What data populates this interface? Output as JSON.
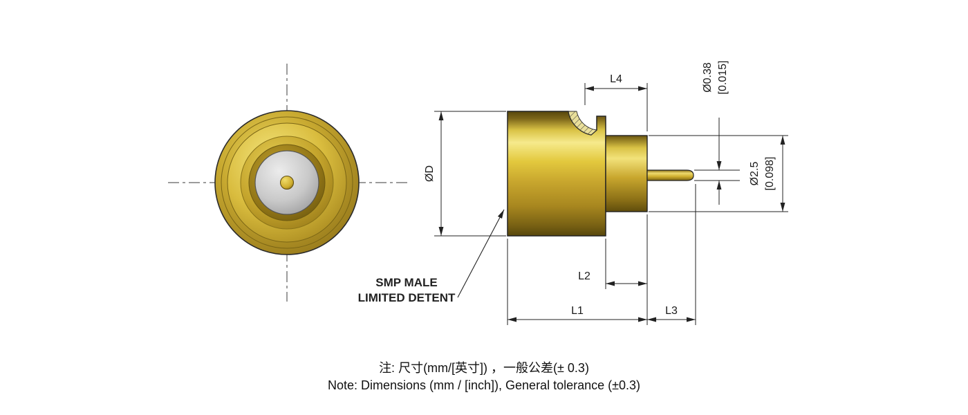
{
  "drawing": {
    "callout": {
      "line1": "SMP MALE",
      "line2": "LIMITED DETENT"
    },
    "dims": {
      "L1": "L1",
      "L2": "L2",
      "L3": "L3",
      "L4": "L4",
      "D": "ØD",
      "pin_mm": "Ø0.38",
      "pin_in": "[0.015]",
      "step_mm": "Ø2.5",
      "step_in": "[0.098]"
    },
    "notes": {
      "zh": "注: 尺寸(mm/[英寸]) ，一般公差(± 0.3)",
      "en": "Note: Dimensions (mm / [inch]), General tolerance (±0.3)"
    },
    "colors": {
      "brass_light": "#f6ea8c",
      "brass_mid": "#c9a72e",
      "brass_dark": "#57470c",
      "steel_gray": "#c9c9c9",
      "line": "#222222"
    }
  }
}
